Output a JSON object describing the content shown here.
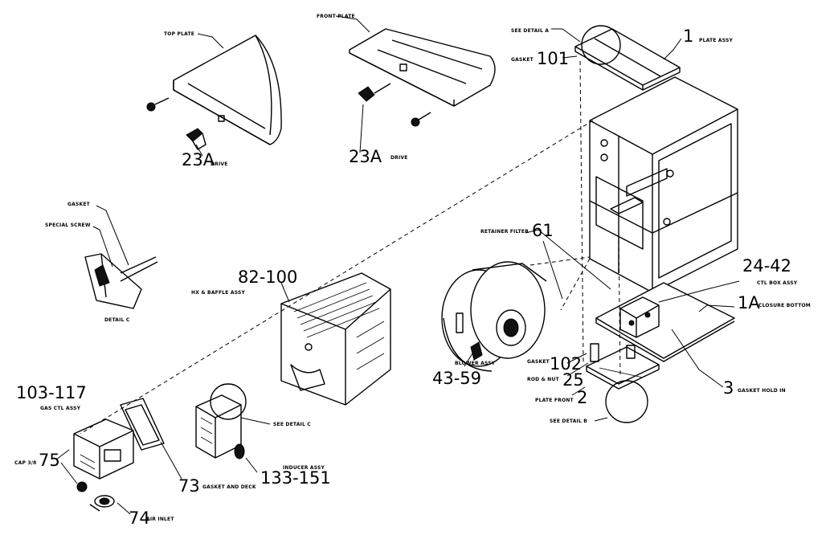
{
  "callouts": {
    "top_plate": "TOP PLATE",
    "front_plate": "FRONT PLATE",
    "see_detail_a": "SEE DETAIL A",
    "gasket_101": "GASKET",
    "num_101": "101",
    "num_1": "1",
    "plate_1": "PLATE ASSY",
    "num_23a_left": "23A",
    "suffix_23a_left": "DRIVE",
    "num_23a_right": "23A",
    "suffix_23a_right": "DRIVE",
    "gasket_detail_c": "GASKET",
    "special_screw": "SPECIAL SCREW",
    "detail_c": "DETAIL C",
    "retainer_filter": "RETAINER FILTER",
    "num_61": "61",
    "num_82_100": "82-100",
    "hx_assy": "HX & BAFFLE ASSY",
    "num_24_42": "24-42",
    "ctl_box_assy": "CTL BOX ASSY",
    "num_1a": "1A",
    "closure_bottom": "CLOSURE BOTTOM",
    "blower_assy": "BLOWER ASSY",
    "num_43_59": "43-59",
    "gasket_102": "GASKET",
    "num_102": "102",
    "rod_25": "ROD & NUT",
    "num_25": "25",
    "plate_front_2": "PLATE FRONT",
    "num_2": "2",
    "num_3": "3",
    "gasket_3": "GASKET HOLD IN",
    "see_detail_b": "SEE DETAIL B",
    "num_103_117": "103-117",
    "gas_ctl_assy": "GAS CTL ASSY",
    "see_detail_c": "SEE DETAIL C",
    "inducer_assy": "INDUCER ASSY",
    "num_133_151": "133-151",
    "num_73": "73",
    "gasket_73": "GASKET AND DECK",
    "num_75": "75",
    "cap_75": "CAP 3/8",
    "num_74": "74",
    "air_inlet_74": "AIR INLET"
  }
}
